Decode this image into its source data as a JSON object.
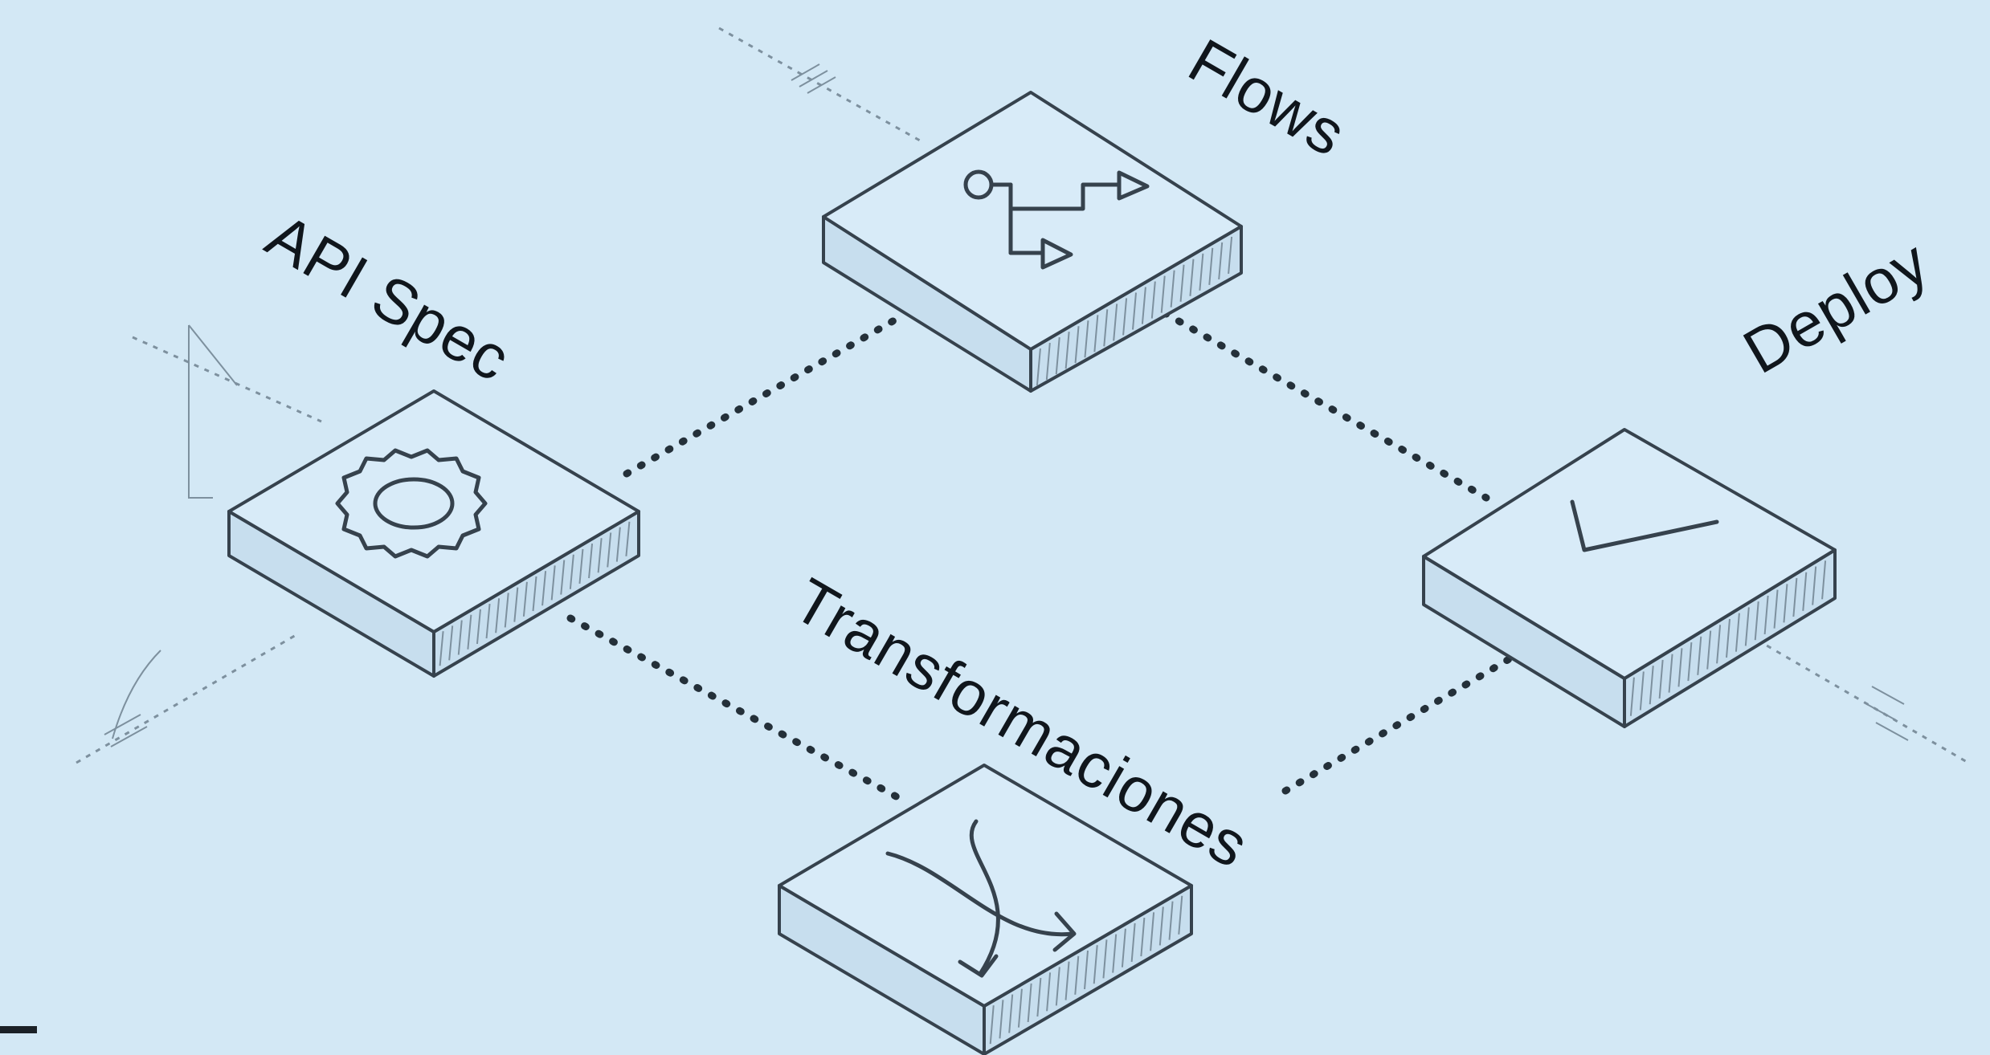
{
  "colors": {
    "background": "#d3e8f5",
    "box_top": "#d8ebf8",
    "box_side": "#c7deee",
    "stroke": "#36424d",
    "connector": "#243039",
    "guide": "#7d909e"
  },
  "nodes": [
    {
      "id": "api-spec",
      "label": "API Spec",
      "icon": "gear-icon"
    },
    {
      "id": "flows",
      "label": "Flows",
      "icon": "flow-branch-icon"
    },
    {
      "id": "deploy",
      "label": "Deploy",
      "icon": "checkmark-icon"
    },
    {
      "id": "transformaciones",
      "label": "Transformaciones",
      "icon": "shuffle-arrows-icon"
    }
  ],
  "edges": [
    {
      "from": "api-spec",
      "to": "flows"
    },
    {
      "from": "api-spec",
      "to": "transformaciones"
    },
    {
      "from": "flows",
      "to": "deploy"
    },
    {
      "from": "transformaciones",
      "to": "deploy"
    }
  ]
}
